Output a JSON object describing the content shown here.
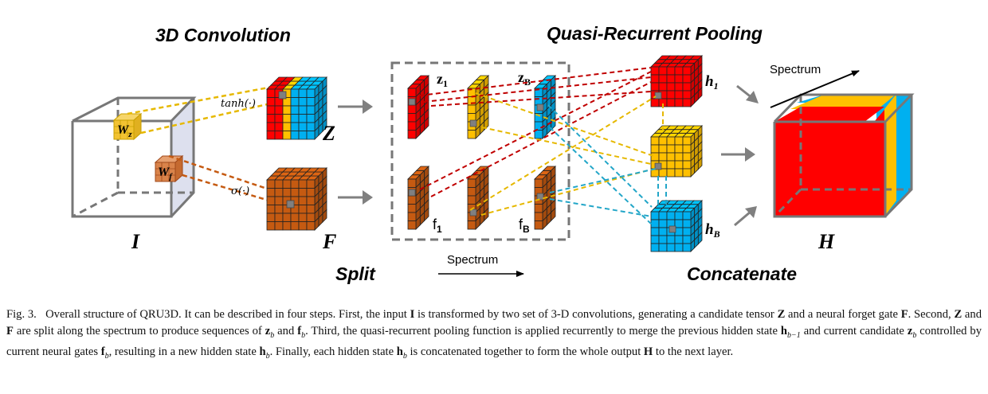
{
  "titles": {
    "conv": "3D Convolution",
    "qrp": "Quasi-Recurrent Pooling",
    "split": "Split",
    "concat": "Concatenate"
  },
  "labels": {
    "input": "I",
    "cand": "Z",
    "forget": "F",
    "output": "H",
    "wz": "W",
    "wz_sub": "z",
    "wf": "W",
    "wf_sub": "f",
    "tanh": "tanh(·)",
    "sigma": "σ(·)",
    "z1": "z",
    "z1_sub": "1",
    "zb": "z",
    "zb_sub": "B",
    "f1": "f",
    "f1_sub": "1",
    "fb": "f",
    "fb_sub": "B",
    "h1": "h",
    "h1_sub": "1",
    "hb": "h",
    "hb_sub": "B",
    "spectrum_top": "Spectrum",
    "spectrum_bottom": "Spectrum"
  },
  "caption": {
    "fig": "Fig. 3.",
    "p1": "Overall structure of QRU3D. It can be described in four steps. First, the input ",
    "p2": " is transformed by two set of 3-D convolutions, generating a candidate tensor ",
    "p3": " and a neural forget gate ",
    "p4": ". Second, ",
    "p5": " and ",
    "p6": " are split along the spectrum to produce sequences of ",
    "p7": " and ",
    "p8": ". Third, the quasi-recurrent pooling function is applied recurrently to merge the previous hidden state ",
    "p9": " and current candidate ",
    "p10": " controlled by current neural gates ",
    "p11": ", resulting in a new hidden state ",
    "p12": ". Finally, each hidden state ",
    "p13": " is concatenated together to form the whole output ",
    "p14": " to the next layer.",
    "I": "I",
    "Z": "Z",
    "F": "F",
    "z": "z",
    "f": "f",
    "h": "h",
    "H": "H",
    "sub_b": "b",
    "sub_b1": "b−1"
  },
  "colors": {
    "red": "#ff0000",
    "yellow": "#ffc000",
    "blue": "#00b0f0",
    "brown": "#c55a11",
    "gray": "#808080",
    "dash_red": "#c00000",
    "dash_yellow": "#e6b800",
    "dash_blue": "#23a6c8",
    "dash_brown": "#c55a11"
  }
}
